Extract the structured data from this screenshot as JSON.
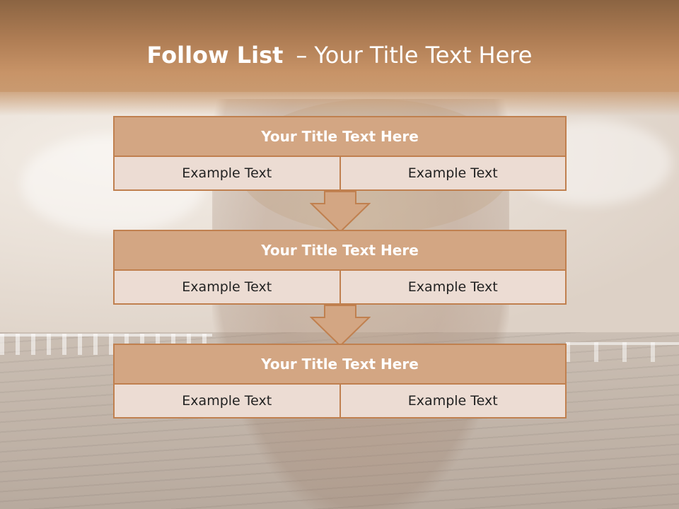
{
  "header": {
    "title_bold": "Follow List",
    "title_separator": "–",
    "title_rest": "Your Title Text Here"
  },
  "blocks": [
    {
      "title": "Your Title Text Here",
      "cells": [
        "Example Text",
        "Example Text"
      ]
    },
    {
      "title": "Your Title Text Here",
      "cells": [
        "Example Text",
        "Example Text"
      ]
    },
    {
      "title": "Your Title Text Here",
      "cells": [
        "Example Text",
        "Example Text"
      ]
    }
  ],
  "colors": {
    "header": "#b07e55",
    "block_title_fill": "#d3a683",
    "block_border": "#c0804f",
    "cell_fill": "#ecdcd3",
    "arrow_fill": "#d3a683"
  },
  "icons": [
    "down-arrow-icon"
  ]
}
